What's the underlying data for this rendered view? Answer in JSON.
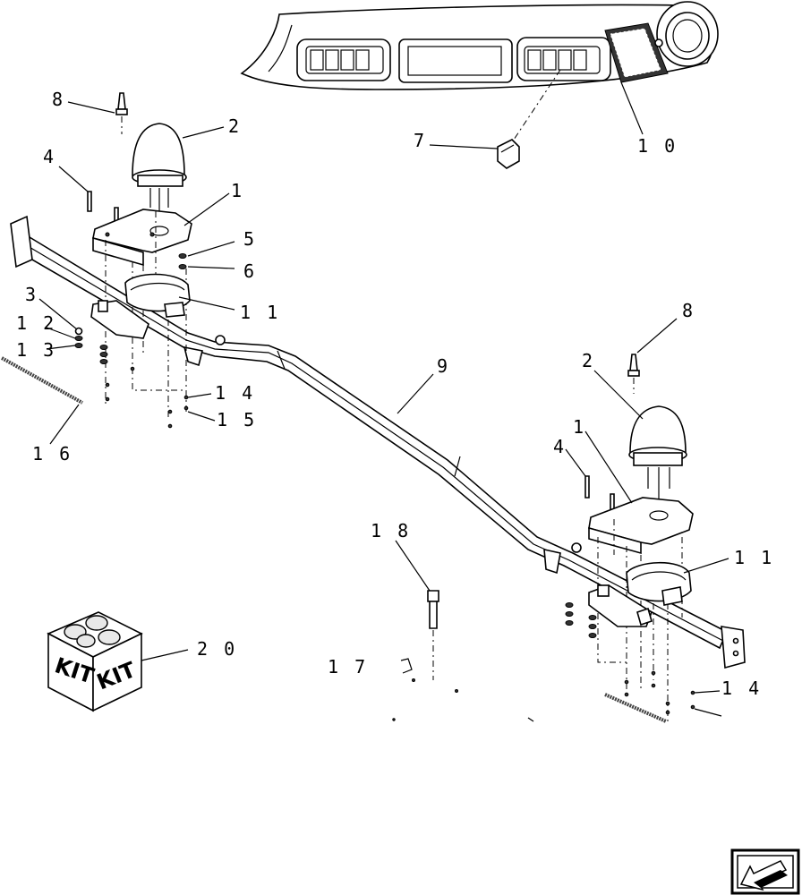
{
  "callouts": {
    "c1a": "1",
    "c1b": "1",
    "c2a": "2",
    "c2b": "2",
    "c3": "3",
    "c4a": "4",
    "c4b": "4",
    "c5": "5",
    "c6": "6",
    "c7": "7",
    "c8a": "8",
    "c8b": "8",
    "c9": "9",
    "c10": "1 0",
    "c11a": "1 1",
    "c11b": "1 1",
    "c12": "1 2",
    "c13": "1 3",
    "c14a": "1 4",
    "c14b": "1 4",
    "c15": "1 5",
    "c16": "1 6",
    "c17": "1 7",
    "c18": "1 8",
    "c20": "2 0"
  },
  "kit_box": {
    "face_left": "KIT",
    "face_right": "KIT"
  },
  "icons": {
    "nav": "arrow-left-down-icon"
  }
}
